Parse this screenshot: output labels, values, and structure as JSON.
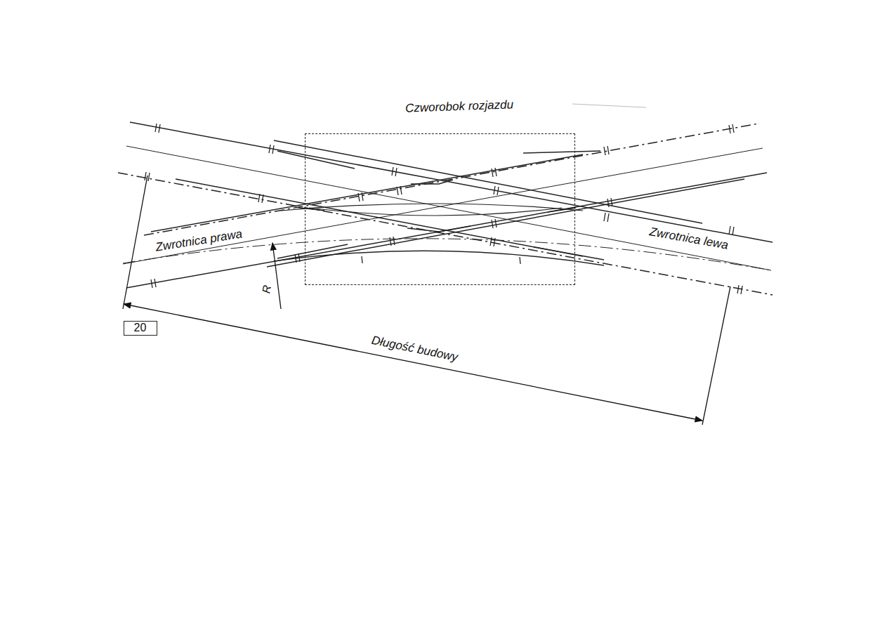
{
  "diagram": {
    "nodes": [
      {
        "text": [
          "Czworobok rozjazdu"
        ]
      },
      {
        "text": [
          "20"
        ]
      }
    ],
    "labels": [
      "Zwrotnica prawa",
      "Zwrotnica lewa",
      "R",
      "Długość budowy"
    ]
  }
}
